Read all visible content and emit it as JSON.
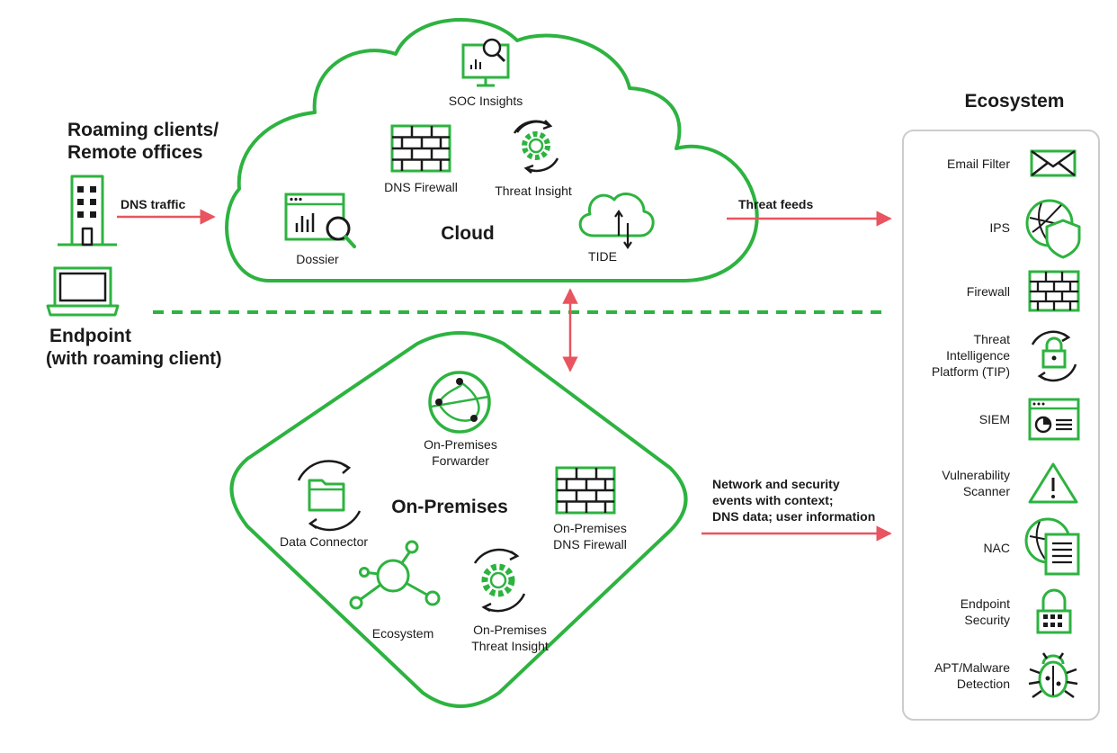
{
  "colors": {
    "green": "#2db340",
    "dark": "#1a1a1a",
    "arrow": "#e8545f",
    "panel_border": "#cccccc"
  },
  "left": {
    "roaming": "Roaming clients/\nRemote offices",
    "dns_traffic": "DNS traffic",
    "endpoint_title": "Endpoint",
    "endpoint_sub": "(with roaming client)"
  },
  "cloud": {
    "title": "Cloud",
    "items": {
      "soc": "SOC Insights",
      "dns_firewall": "DNS Firewall",
      "threat_insight": "Threat Insight",
      "dossier": "Dossier",
      "tide": "TIDE"
    }
  },
  "onprem": {
    "title": "On-Premises",
    "items": {
      "forwarder": "On-Premises\nForwarder",
      "data_connector": "Data Connector",
      "dns_firewall": "On-Premises\nDNS Firewall",
      "ecosystem": "Ecosystem",
      "threat_insight": "On-Premises\nThreat Insight"
    }
  },
  "arrows": {
    "threat_feeds": "Threat feeds",
    "network_events": "Network and security\nevents with context;\nDNS data; user information"
  },
  "ecosystem": {
    "title": "Ecosystem",
    "items": [
      {
        "label": "Email Filter",
        "icon": "envelope-icon"
      },
      {
        "label": "IPS",
        "icon": "globe-shield-icon"
      },
      {
        "label": "Firewall",
        "icon": "brick-wall-icon"
      },
      {
        "label": "Threat\nIntelligence\nPlatform (TIP)",
        "icon": "cycle-lock-icon"
      },
      {
        "label": "SIEM",
        "icon": "dashboard-window-icon"
      },
      {
        "label": "Vulnerability\nScanner",
        "icon": "warning-icon"
      },
      {
        "label": "NAC",
        "icon": "globe-document-icon"
      },
      {
        "label": "Endpoint\nSecurity",
        "icon": "padlock-icon"
      },
      {
        "label": "APT/Malware\nDetection",
        "icon": "bug-icon"
      }
    ]
  }
}
